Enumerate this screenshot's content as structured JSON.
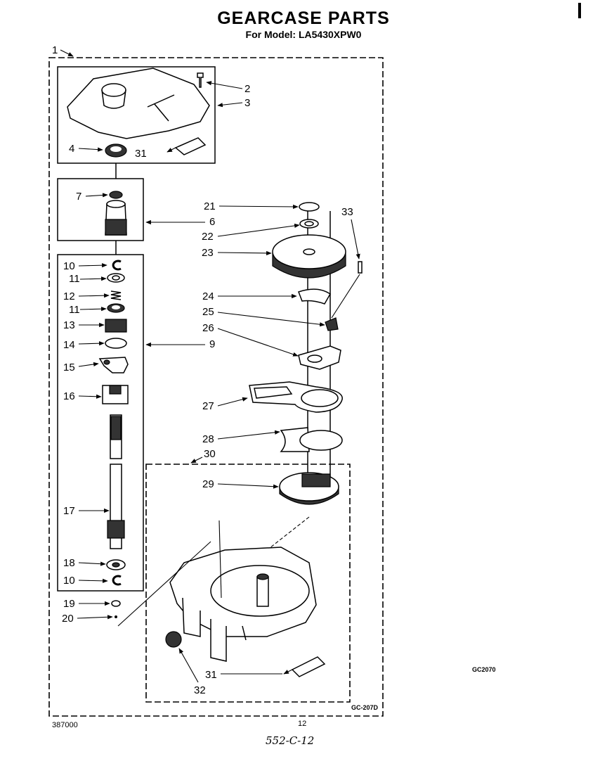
{
  "header": {
    "title": "GEARCASE PARTS",
    "model_line": "For Model: LA5430XPW0"
  },
  "footer": {
    "doc_number": "387000",
    "page_number": "12",
    "handwritten_ref": "552-C-12",
    "figure_code_right": "GC2070",
    "figure_code_box": "GC-207D"
  },
  "callouts": {
    "c1": "1",
    "c2": "2",
    "c3": "3",
    "c4": "4",
    "c6": "6",
    "c7": "7",
    "c9": "9",
    "c10a": "10",
    "c10b": "10",
    "c11a": "11",
    "c11b": "11",
    "c12": "12",
    "c13": "13",
    "c14": "14",
    "c15": "15",
    "c16": "16",
    "c17": "17",
    "c18": "18",
    "c19": "19",
    "c20": "20",
    "c21": "21",
    "c22": "22",
    "c23": "23",
    "c24": "24",
    "c25": "25",
    "c26": "26",
    "c27": "27",
    "c28": "28",
    "c29": "29",
    "c30": "30",
    "c31a": "31",
    "c31b": "31",
    "c32": "32",
    "c33": "33"
  }
}
